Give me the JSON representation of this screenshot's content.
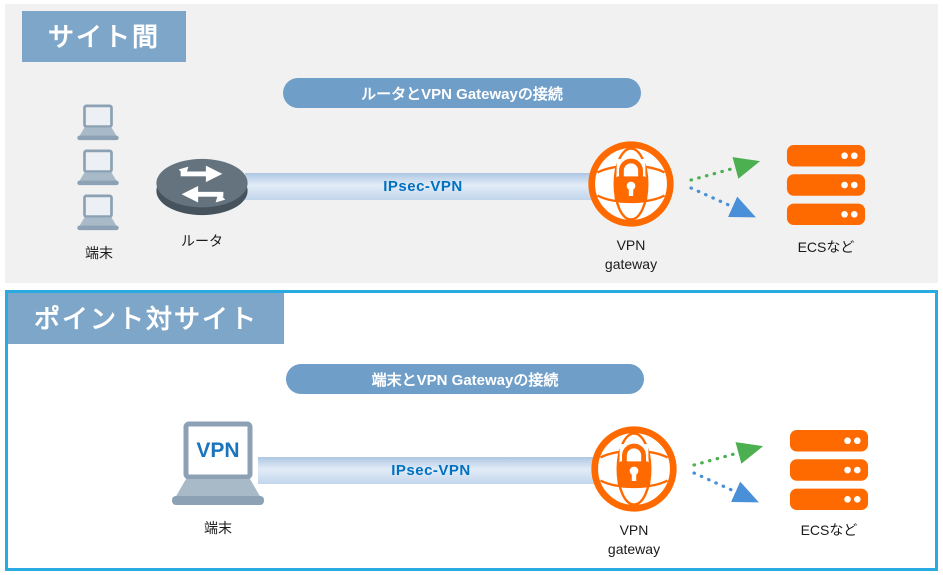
{
  "colors": {
    "badge_blue": "#7EA6C9",
    "pill_blue": "#6F9EC9",
    "link_bar_blue": "#C6D8EC",
    "link_text_blue": "#0070C0",
    "gateway_orange": "#FF6A00",
    "server_orange": "#FF6A00",
    "panel_gray": "#F1F1F1",
    "panel_border_cyan": "#29ABE2",
    "arrow_green": "#4CAF50",
    "arrow_blue": "#4A90D9",
    "device_gray": "#8CA2B4"
  },
  "icons": {
    "laptop-icon": "laptop",
    "router-icon": "router-disc-with-arrows",
    "vpn-gateway-icon": "globe-with-padlock",
    "ecs-server-icon": "three-server-bars",
    "traffic-arrows-icon": "green-and-blue-dotted-arrows"
  },
  "sections": [
    {
      "title": "サイト間",
      "pill": "ルータとVPN Gatewayの接続",
      "clients_label": "端末",
      "device_label": "ルータ",
      "link_label": "IPsec-VPN",
      "gateway_label": "VPN\ngateway",
      "server_label": "ECSなど"
    },
    {
      "title": "ポイント対サイト",
      "pill": "端末とVPN Gatewayの接続",
      "device_label": "端末",
      "laptop_screen_text": "VPN",
      "link_label": "IPsec-VPN",
      "gateway_label": "VPN\ngateway",
      "server_label": "ECSなど"
    }
  ]
}
